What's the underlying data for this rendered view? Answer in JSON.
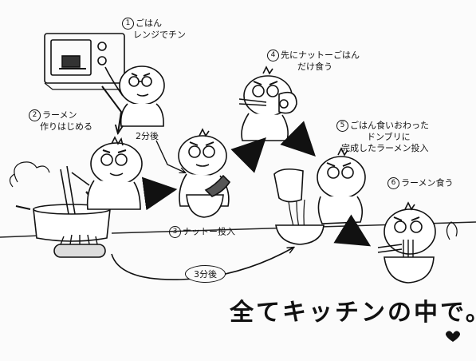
{
  "steps": [
    {
      "number": "1",
      "lines": [
        "ごはん",
        "レンジでチン"
      ]
    },
    {
      "number": "2",
      "lines": [
        "ラーメン",
        "作りはじめる"
      ]
    },
    {
      "number": "3",
      "lines": [
        "ナットー投入"
      ]
    },
    {
      "number": "4",
      "lines": [
        "先にナットーごはん",
        "だけ食う"
      ]
    },
    {
      "number": "5",
      "lines": [
        "ごはん食いおわった",
        "ドンブリに",
        "完成したラーメン投入"
      ]
    },
    {
      "number": "6",
      "lines": [
        "ラーメン食う"
      ]
    }
  ],
  "timers": {
    "two_minutes": "2分後",
    "three_minutes": "3分後"
  },
  "footer": "全てキッチンの中で。"
}
